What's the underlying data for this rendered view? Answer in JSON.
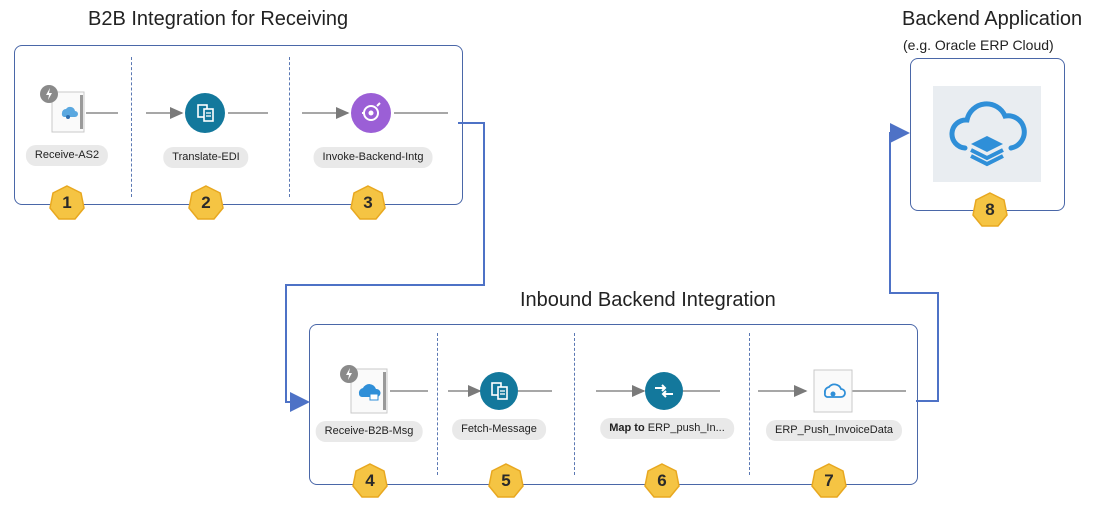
{
  "titles": {
    "b2b": "B2B Integration for Receiving",
    "backend_app": "Backend Application",
    "backend_app_sub": "(e.g. Oracle ERP Cloud)",
    "inbound": "Inbound Backend Integration"
  },
  "nodes": {
    "receive_as2": "Receive-AS2",
    "translate_edi": "Translate-EDI",
    "invoke_backend": "Invoke-Backend-Intg",
    "receive_b2b": "Receive-B2B-Msg",
    "fetch_message": "Fetch-Message",
    "map_prefix": "Map to",
    "map_rest": " ERP_push_In...",
    "erp_push": "ERP_Push_InvoiceData"
  },
  "badges": [
    "1",
    "2",
    "3",
    "4",
    "5",
    "6",
    "7",
    "8"
  ],
  "icons": {
    "receive_as2": "as2-receive-document-icon",
    "translate_edi": "translate-icon",
    "invoke_backend": "invoke-integration-icon",
    "receive_b2b": "cloud-document-icon",
    "fetch_message": "fetch-message-icon",
    "map": "map-arrows-icon",
    "erp_push": "cloud-invoke-icon",
    "backend": "cloud-stack-icon"
  },
  "colors": {
    "panel_border": "#4a67a8",
    "connector": "#4e72c6",
    "teal": "#13789c",
    "purple": "#9b5fd6",
    "badge_fill": "#f5c443",
    "badge_border": "#e8a820",
    "cloud_blue": "#2f8fd8"
  }
}
